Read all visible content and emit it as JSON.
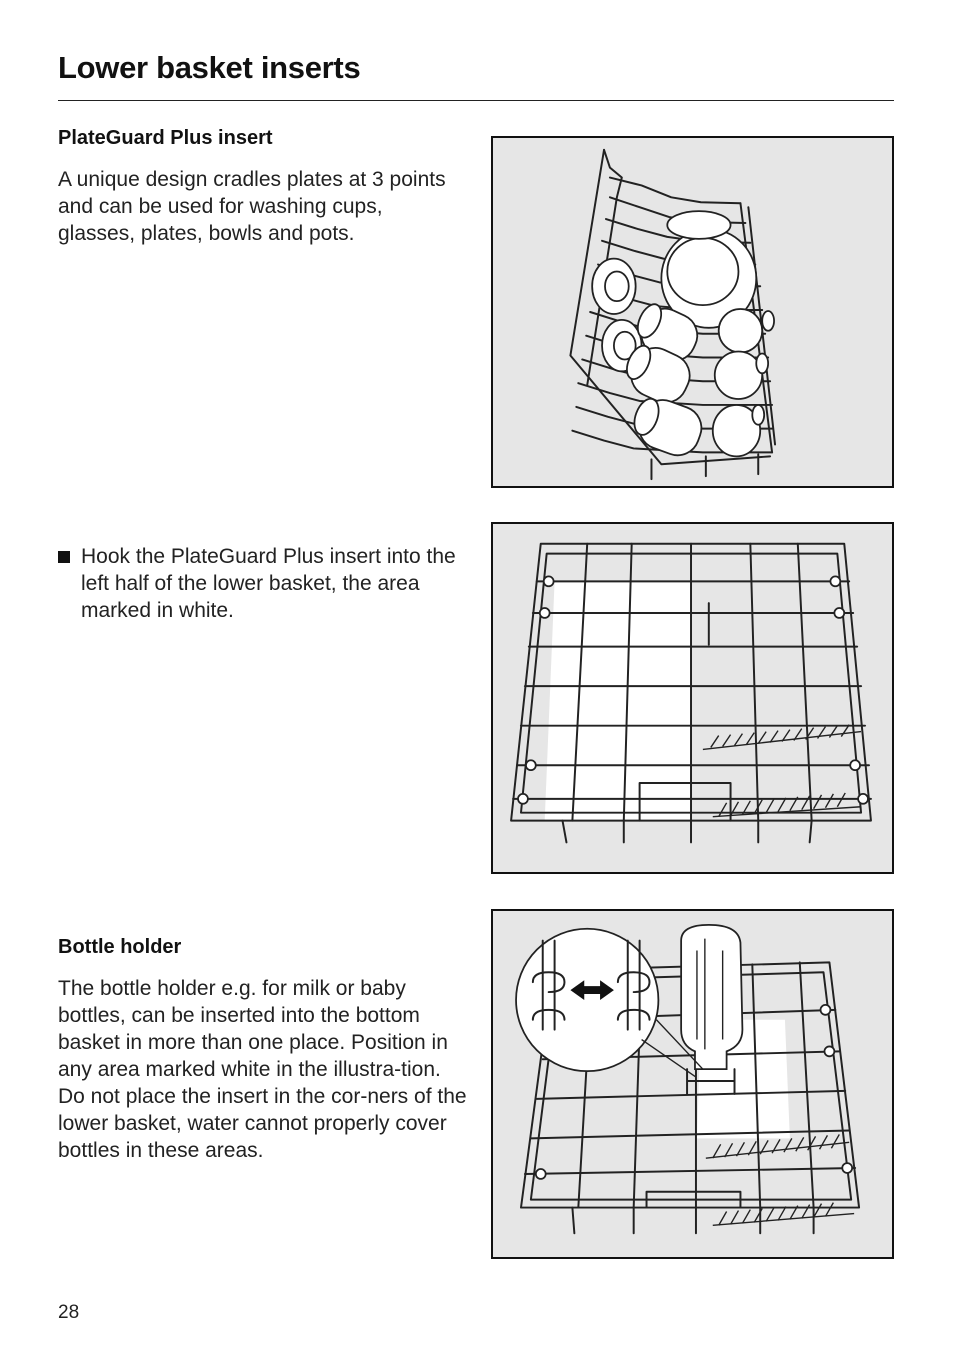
{
  "page": {
    "title": "Lower basket inserts",
    "page_number": "28"
  },
  "plateguard": {
    "heading": "PlateGuard Plus insert",
    "body": "A unique design cradles plates at 3 points and can be used for washing cups, glasses, plates, bowls and pots.",
    "instruction": "Hook the PlateGuard Plus insert into the left half of the lower basket, the area marked in white."
  },
  "bottle_holder": {
    "heading": "Bottle holder",
    "body": "The bottle holder e.g. for milk or baby bottles, can be inserted into the bottom basket in more than one place. Position in any area marked white in the illustra-tion. Do not place the insert in the cor-ners of the lower basket, water cannot properly cover bottles in these areas."
  },
  "colors": {
    "figure_background": "#e6e6e6",
    "marked_area": "#ffffff",
    "line": "#222222"
  }
}
